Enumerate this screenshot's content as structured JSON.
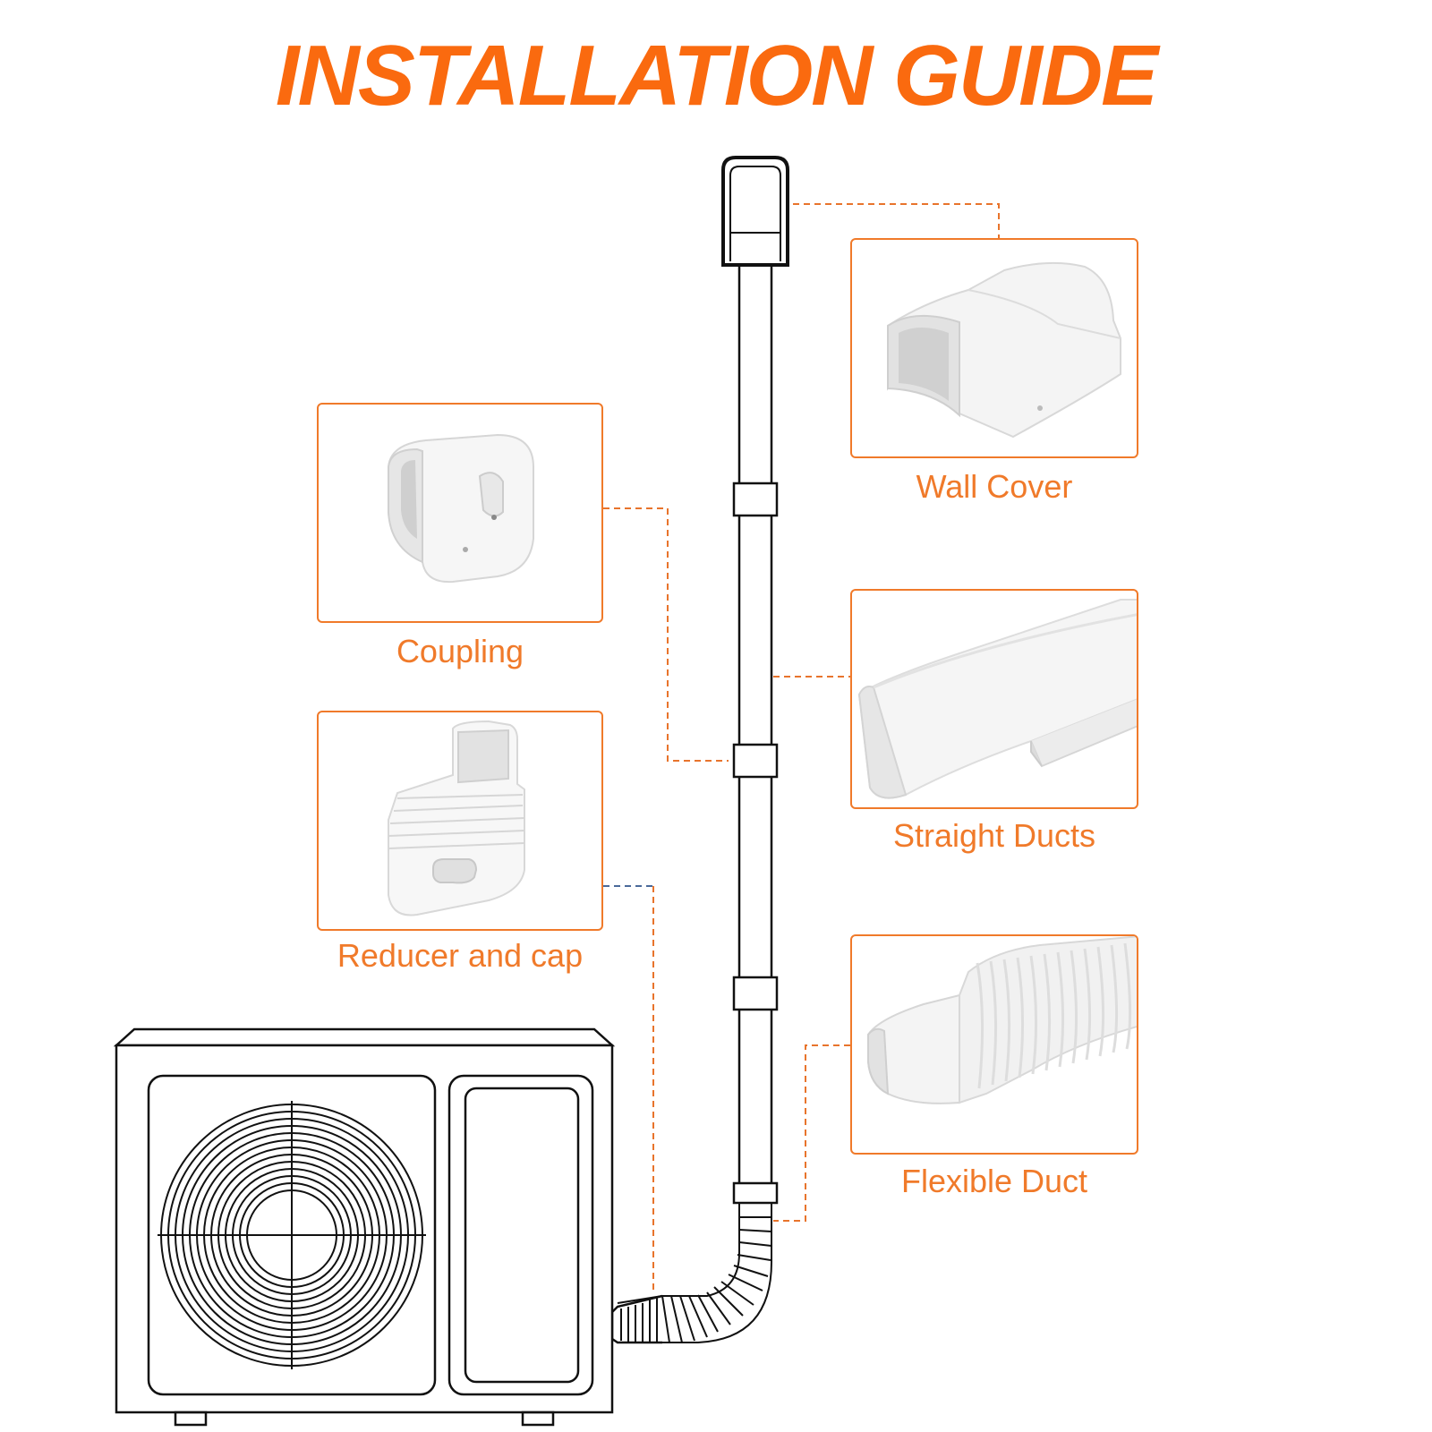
{
  "title": "INSTALLATION GUIDE",
  "colors": {
    "accent": "#fa6a0f",
    "box_border": "#f07a2a",
    "leader_orange": "#e8742c",
    "leader_blue": "#4a6a9a",
    "line_art": "#111111"
  },
  "parts": [
    {
      "id": "wall-cover",
      "label": "Wall Cover"
    },
    {
      "id": "coupling",
      "label": "Coupling"
    },
    {
      "id": "straight-ducts",
      "label": "Straight Ducts"
    },
    {
      "id": "reducer-and-cap",
      "label": "Reducer and cap"
    },
    {
      "id": "flexible-duct",
      "label": "Flexible Duct"
    }
  ]
}
